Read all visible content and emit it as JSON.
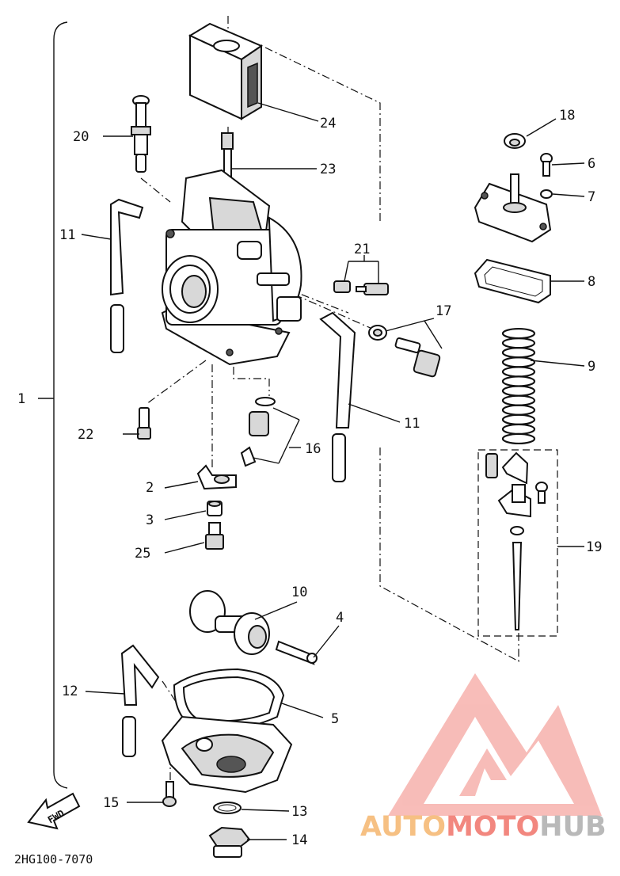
{
  "callouts": [
    {
      "id": "c1",
      "text": "1"
    },
    {
      "id": "c2",
      "text": "2"
    },
    {
      "id": "c3",
      "text": "3"
    },
    {
      "id": "c4",
      "text": "4"
    },
    {
      "id": "c5",
      "text": "5"
    },
    {
      "id": "c6",
      "text": "6"
    },
    {
      "id": "c7",
      "text": "7"
    },
    {
      "id": "c8",
      "text": "8"
    },
    {
      "id": "c9",
      "text": "9"
    },
    {
      "id": "c10",
      "text": "10"
    },
    {
      "id": "c11a",
      "text": "11"
    },
    {
      "id": "c11b",
      "text": "11"
    },
    {
      "id": "c12",
      "text": "12"
    },
    {
      "id": "c13",
      "text": "13"
    },
    {
      "id": "c14",
      "text": "14"
    },
    {
      "id": "c15",
      "text": "15"
    },
    {
      "id": "c16",
      "text": "16"
    },
    {
      "id": "c17",
      "text": "17"
    },
    {
      "id": "c18",
      "text": "18"
    },
    {
      "id": "c19",
      "text": "19"
    },
    {
      "id": "c20",
      "text": "20"
    },
    {
      "id": "c21",
      "text": "21"
    },
    {
      "id": "c22",
      "text": "22"
    },
    {
      "id": "c23",
      "text": "23"
    },
    {
      "id": "c24",
      "text": "24"
    },
    {
      "id": "c25",
      "text": "25"
    }
  ],
  "direction_arrow": "FWD",
  "diagram_code": "2HG100-7070",
  "watermark": {
    "brand": "AUTOMOTOHUB",
    "part_auto": "AUTO",
    "part_moto": "MOTO",
    "part_hub": "HUB",
    "color_auto": "#f6c083",
    "color_moto": "#f2877f",
    "color_hub": "#b9b9b9",
    "logo_color": "#f2877f"
  }
}
